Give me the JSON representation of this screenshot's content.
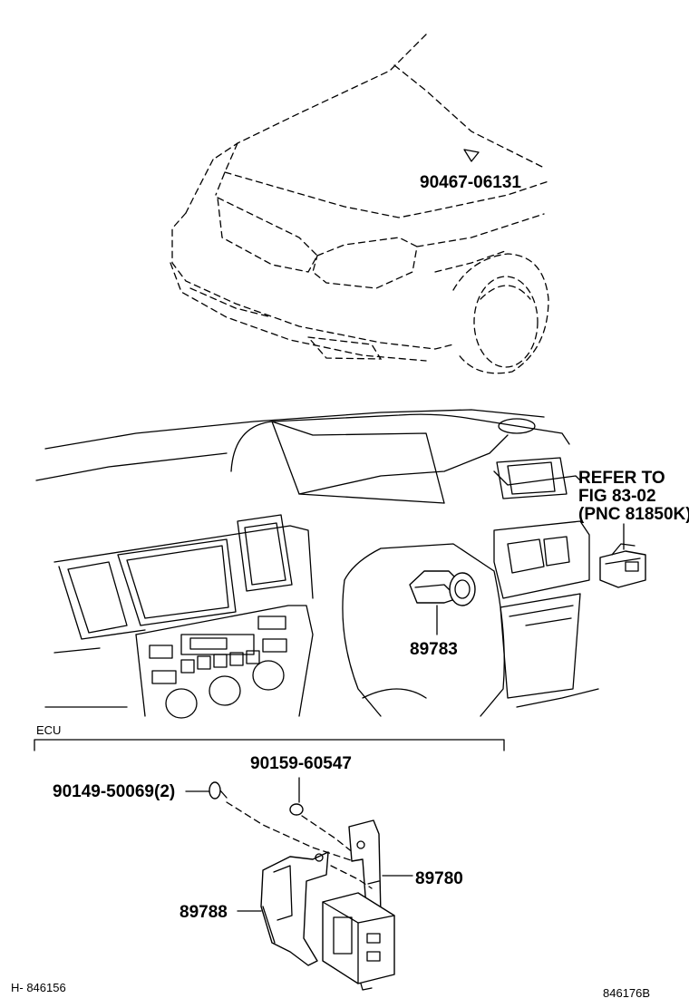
{
  "labels": {
    "hood_emblem": "90467-06131",
    "refer_line1": "REFER TO",
    "refer_line2": "FIG 83-02",
    "refer_line3": "(PNC 81850K)",
    "ignition_part": "89783",
    "ecu_section": "ECU",
    "bolt_part": "90159-60547",
    "screw_part": "90149-50069(2)",
    "ecu_unit_part": "89780",
    "bracket_part": "89788",
    "footer_left": "H- 846156",
    "footer_right": "846176B"
  }
}
